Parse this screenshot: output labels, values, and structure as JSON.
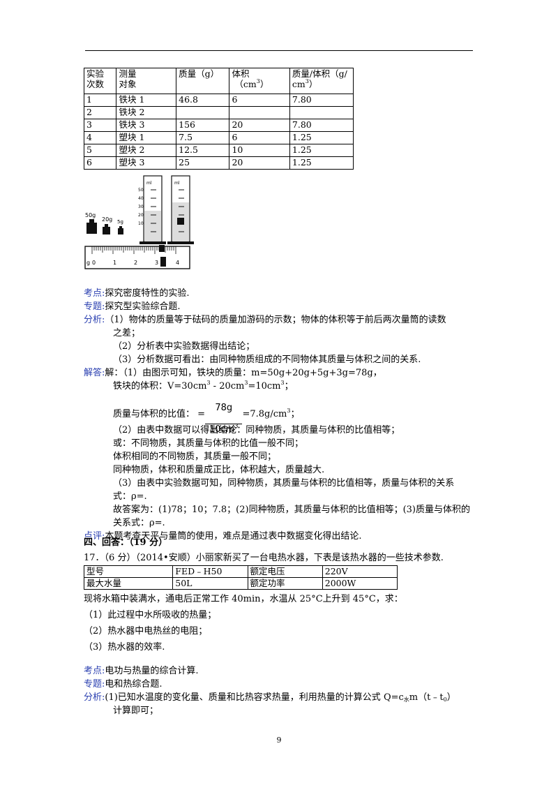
{
  "table1": {
    "headers": [
      [
        "实验",
        "次数"
      ],
      [
        "测量",
        "对象"
      ],
      [
        "质量（g）"
      ],
      [
        "体积",
        "（cm",
        "3",
        "）"
      ],
      [
        "质量/体积（g/",
        "cm",
        "3",
        "）"
      ]
    ],
    "rows": [
      [
        "1",
        "铁块 1",
        "46.8",
        "6",
        "7.80"
      ],
      [
        "2",
        "铁块 2",
        "",
        "",
        ""
      ],
      [
        "3",
        "铁块 3",
        "156",
        "20",
        "7.80"
      ],
      [
        "4",
        "塑块 1",
        "7.5",
        "6",
        "1.25"
      ],
      [
        "5",
        "塑块 2",
        "12.5",
        "10",
        "1.25"
      ],
      [
        "6",
        "塑块 3",
        "25",
        "20",
        "1.25"
      ]
    ]
  },
  "figure": {
    "weights": [
      "50g",
      "20g",
      "5g"
    ],
    "cylinder_ticks": [
      "50",
      "40",
      "30",
      "20",
      "10"
    ],
    "cylinder_unit": "ml",
    "ruler_labels": [
      "g",
      "0",
      "1",
      "2",
      "3",
      "4"
    ]
  },
  "analysis1": {
    "kaodian_label": "考点:",
    "kaodian": "探究密度特性的实验.",
    "zhuanti_label": "专题:",
    "zhuanti": "探究型实验综合题.",
    "fenxi_label": "分析:",
    "fenxi_1a": "（1）物体的质量等于砝码的质量加游码的示数；物体的体积等于前后两次量筒的读数",
    "fenxi_1b": "之差；",
    "fenxi_2": "（2）分析表中实验数据得出结论；",
    "fenxi_3": "（3）分析数据可看出：由同种物质组成的不同物体其质量与体积之间的关系.",
    "jieda_label": "解答:",
    "jieda_1": "解：（1）由图示可知，铁块的质量：m=50g+20g+5g+3g=78g，",
    "jieda_2a": "铁块的体积：V=30cm",
    "jieda_2b": " - 20cm",
    "jieda_2c": "=10cm",
    "jieda_2d": "；",
    "sup3": "3",
    "ratio_label": "质量与体积的比值：  =",
    "frac_num": "78g",
    "frac_den": "10cm",
    "ratio_result": "=7.8g/cm",
    "ratio_end": "；",
    "jieda_4": "（2）由表中数据可以得出结论：同种物质，其质量与体积的比值相等；",
    "jieda_5": "或：不同物质，其质量与体积的比值一般不同；",
    "jieda_6": "体积相同的不同物质，其质量一般不同；",
    "jieda_7": "同种物质，体积和质量成正比，体积越大，质量越大.",
    "jieda_8": "（3）由表中实验数据可知，同种物质，其质量与体积的比值相等，质量与体积的关系",
    "jieda_9": "式：ρ=.",
    "answer_a": "故答案为：(1)78；10；7.8；(2)同种物质，其质量与体积的比值相等；(3)质量与体积的",
    "answer_b": "关系式：ρ=.",
    "dianping_label": "点评:",
    "dianping": "本题考查天平与量筒的使用，难点是通过表中数据变化得出结论."
  },
  "section4": {
    "heading": "四、回答：（19 分）",
    "q17": "17．（6 分）（2014•安顺）小丽家新买了一台电热水器，下表是该热水器的一些技术参数.",
    "table2": [
      [
        "型号",
        "FED﹣H50",
        "额定电压",
        "220V"
      ],
      [
        "最大水量",
        "50L",
        "额定功率",
        "2000W"
      ]
    ],
    "stem": "现将水箱中装满水，通电后正常工作 40min，水温从 25°C上升到 45°C，求：",
    "sub1": "（1）此过程中水所吸收的热量；",
    "sub2": "（2）热水器中电热丝的电阻；",
    "sub3": "（3）热水器的效率."
  },
  "analysis2": {
    "kaodian_label": "考点:",
    "kaodian": "电功与热量的综合计算.",
    "zhuanti_label": "专题:",
    "zhuanti": "电和热综合题.",
    "fenxi_label": "分析:",
    "fenxi_1a": "(1)已知水温度的变化量、质量和比热容求热量，利用热量的计算公式 Q=c",
    "fenxi_sub_shui": "水",
    "fenxi_1b": "m（t﹣t",
    "fenxi_sub_0": "0",
    "fenxi_1c": "）",
    "fenxi_2": "计算即可；"
  },
  "page_number": "9"
}
